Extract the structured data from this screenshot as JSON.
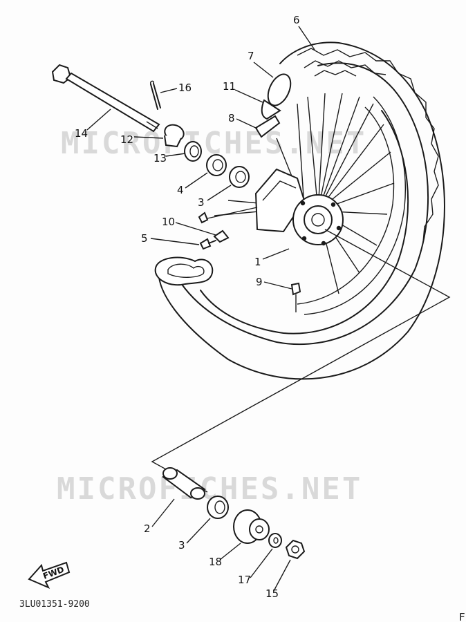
{
  "watermark": "MICROFICHES.NET",
  "footer_code": "3LU01351-9200",
  "fwd_label": "FWD",
  "corner_mark": "F",
  "callouts": {
    "c1": "1",
    "c2": "2",
    "c3a": "3",
    "c3b": "3",
    "c4": "4",
    "c5": "5",
    "c6": "6",
    "c7": "7",
    "c8": "8",
    "c9": "9",
    "c10": "10",
    "c11": "11",
    "c12": "12",
    "c13": "13",
    "c14": "14",
    "c15": "15",
    "c16": "16",
    "c17": "17",
    "c18": "18"
  }
}
